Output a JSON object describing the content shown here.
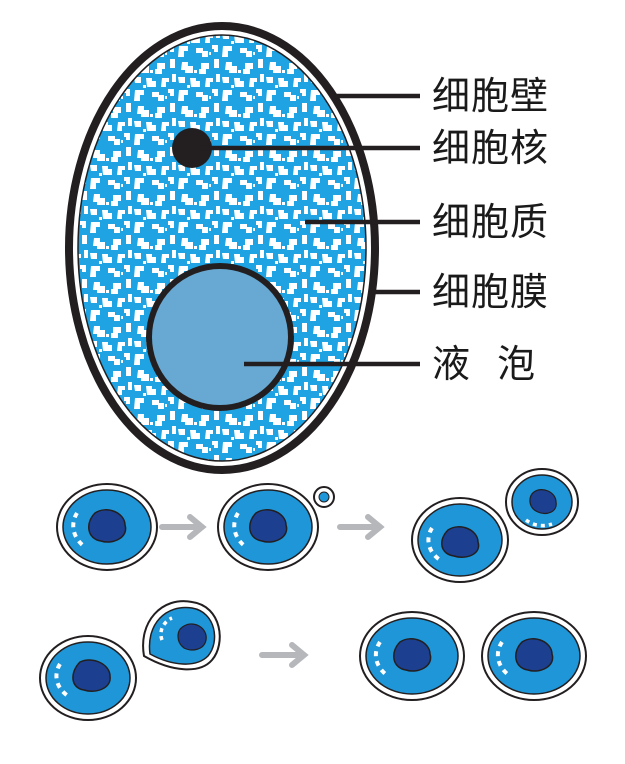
{
  "labels": [
    {
      "key": "cell_wall",
      "text": "细胞壁"
    },
    {
      "key": "nucleus",
      "text": "细胞核"
    },
    {
      "key": "cytoplasm",
      "text": "细胞质"
    },
    {
      "key": "cell_membrane",
      "text": "细胞膜"
    },
    {
      "key": "vacuole",
      "text": "液  泡"
    }
  ],
  "colors": {
    "outline": "#231f20",
    "cytoplasm_fill": "#1fa3e2",
    "vacuole_fill": "#67a9d2",
    "budding_cell_fill": "#1f96d8",
    "budding_nucleus": "#1d3f8f",
    "arrow": "#b5b7ba"
  },
  "budding_sequence": {
    "row1": [
      "cell",
      "arrow",
      "cell-with-small-bud",
      "arrow",
      "cell-with-large-bud"
    ],
    "row2": [
      "cell-with-bud",
      "arrow",
      "two-separate-cells"
    ]
  }
}
